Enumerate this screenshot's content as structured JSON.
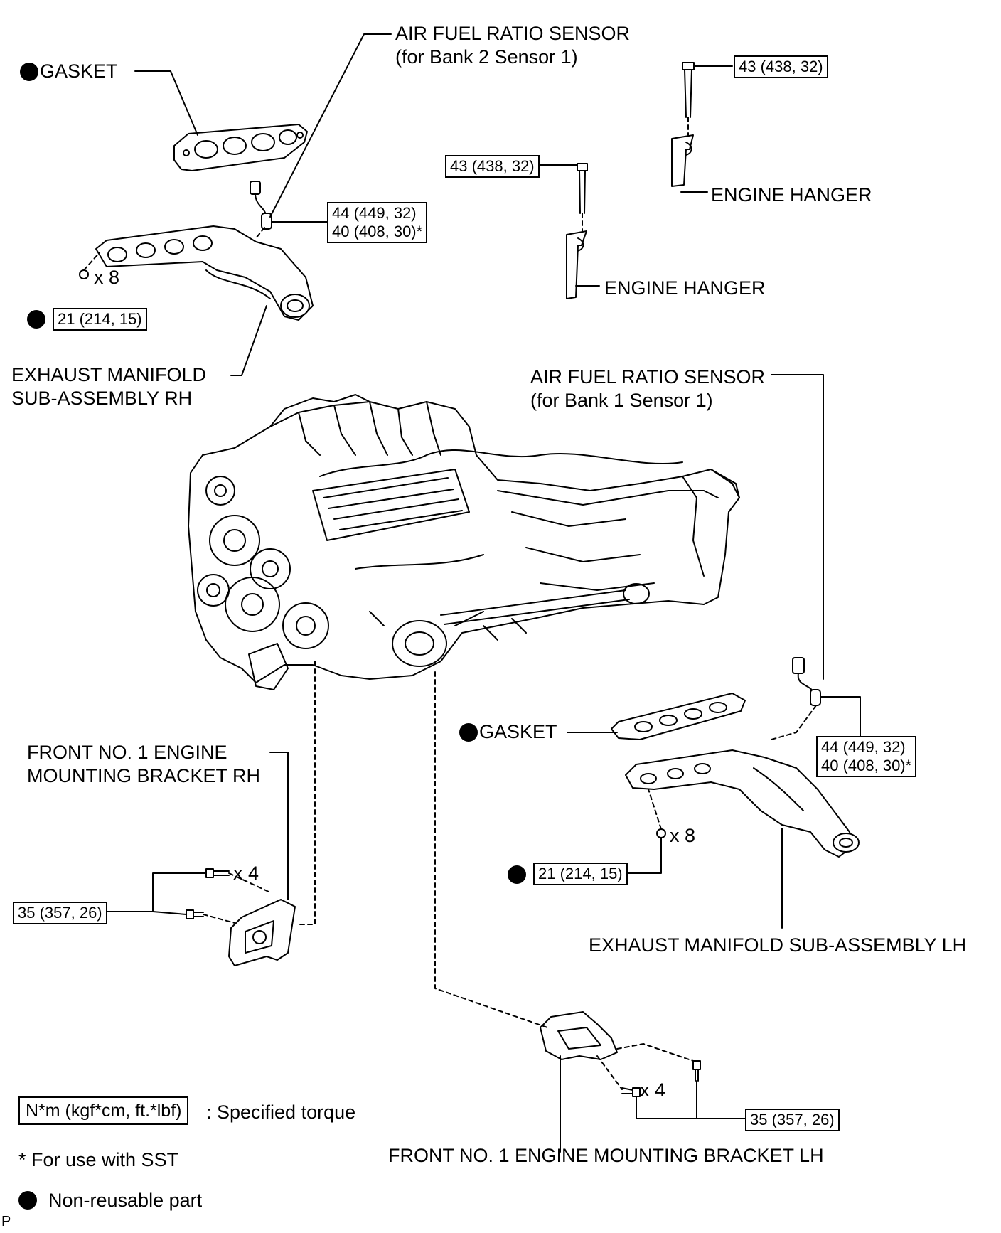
{
  "labels": {
    "gasket_rh": "GASKET",
    "afr_bank2_line1": "AIR FUEL RATIO SENSOR",
    "afr_bank2_line2": "(for Bank 2 Sensor 1)",
    "engine_hanger_rear": "ENGINE HANGER",
    "engine_hanger_front": "ENGINE HANGER",
    "qty_manifold_rh": "x 8",
    "exhaust_rh_line1": "EXHAUST MANIFOLD",
    "exhaust_rh_line2": "SUB-ASSEMBLY RH",
    "afr_bank1_line1": "AIR FUEL RATIO SENSOR",
    "afr_bank1_line2": "(for Bank 1 Sensor 1)",
    "gasket_lh": "GASKET",
    "bracket_rh_line1": "FRONT NO. 1 ENGINE",
    "bracket_rh_line2": "MOUNTING BRACKET RH",
    "qty_bracket_rh": "x 4",
    "qty_manifold_lh": "x 8",
    "exhaust_lh": "EXHAUST MANIFOLD SUB-ASSEMBLY LH",
    "qty_bracket_lh": "x 4",
    "bracket_lh": "FRONT NO. 1 ENGINE MOUNTING BRACKET LH",
    "corner": "P"
  },
  "torque": {
    "hanger_rear": "43 (438, 32)",
    "hanger_front": "43 (438, 32)",
    "afr_bank2_a": "44 (449, 32)",
    "afr_bank2_b": "40 (408, 30)*",
    "manifold_rh": "21 (214, 15)",
    "afr_bank1_a": "44 (449, 32)",
    "afr_bank1_b": "40 (408, 30)*",
    "manifold_lh": "21 (214, 15)",
    "bracket_rh": "35 (357, 26)",
    "bracket_lh": "35 (357, 26)"
  },
  "legend": {
    "torque_unit": "N*m (kgf*cm, ft.*lbf)",
    "torque_desc": ": Specified torque",
    "sst_note": "* For use with SST",
    "non_reusable": "Non-reusable part"
  }
}
